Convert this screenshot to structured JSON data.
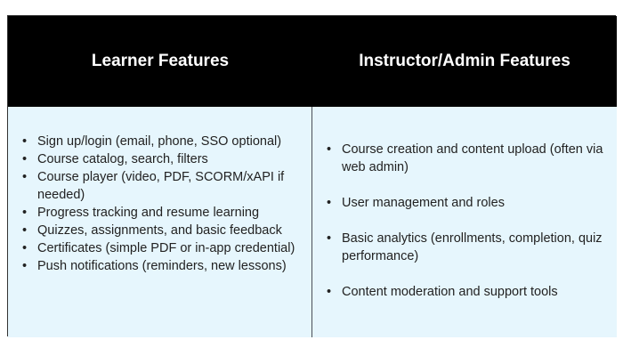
{
  "table": {
    "headers": [
      "Learner Features",
      "Instructor/Admin Features"
    ],
    "learner_features": [
      "Sign up/login (email, phone, SSO optional)",
      "Course catalog, search, filters",
      "Course player (video, PDF, SCORM/xAPI if needed)",
      "Progress tracking and resume learning",
      "Quizzes, assignments, and basic feedback",
      "Certificates (simple PDF or in-app credential)",
      "Push notifications (reminders, new lessons)"
    ],
    "admin_features": [
      "Course creation and content upload (often via web admin)",
      "User management and roles",
      "Basic analytics (enrollments, completion, quiz performance)",
      "Content moderation and support tools"
    ]
  },
  "colors": {
    "header_bg": "#000000",
    "header_text": "#ffffff",
    "body_bg": "#e6f6fd",
    "border": "#333333"
  }
}
